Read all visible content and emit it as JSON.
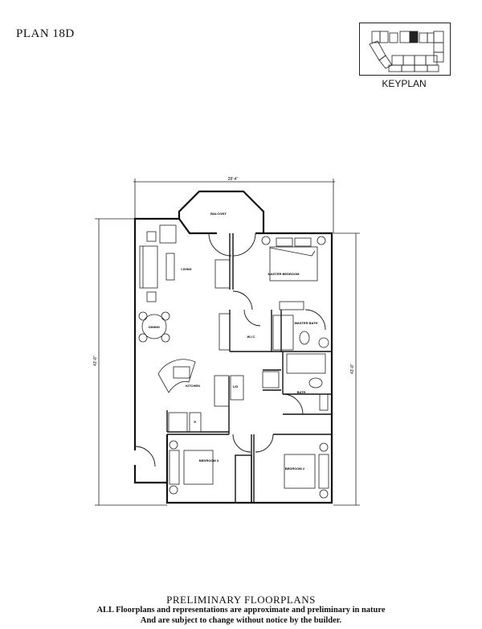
{
  "plan_name": "PLAN 18D",
  "keyplan_label": "KEYPLAN",
  "dimensions": {
    "width": "28'-4\"",
    "depth_left": "43'-8\"",
    "depth_right": "43'-8\""
  },
  "rooms": {
    "balcony": "BALCONY",
    "living": "LIVING",
    "master_bedroom": "MASTER BEDROOM",
    "dining": "DINING",
    "wic": "W.I.C.",
    "master_bath": "MASTER BATH",
    "kitchen": "KITCHEN",
    "laundry": "L/D",
    "bath": "BATH",
    "pantry": "P.",
    "bedroom3": "BEDROOM 3",
    "bedroom2": "BEDROOM 2"
  },
  "footer": {
    "title": "PRELIMINARY FLOORPLANS",
    "line1": "ALL Floorplans and representations are approximate and preliminary in nature",
    "line2": "And are subject to change without notice by the builder."
  }
}
